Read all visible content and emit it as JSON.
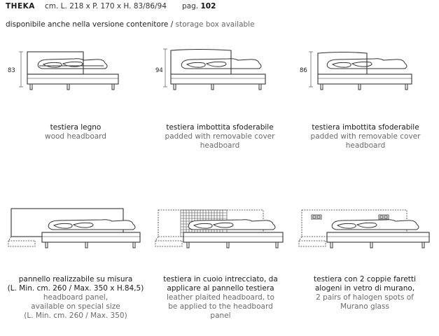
{
  "header": {
    "model": "THEKA",
    "dimensions": "cm. L. 218 x P. 170 x H. 83/86/94",
    "page_label": "pag.",
    "page_number": "102"
  },
  "availability": {
    "it": "disponibile anche nella versione contenitore",
    "separator": " / ",
    "en": "storage box available"
  },
  "variants": [
    {
      "height_label": "83",
      "it": [
        "testiera legno"
      ],
      "en": [
        "wood headboard"
      ]
    },
    {
      "height_label": "94",
      "it": [
        "testiera imbottita sfoderabile"
      ],
      "en": [
        "padded with removable cover",
        "headboard"
      ]
    },
    {
      "height_label": "86",
      "it": [
        "testiera imbottita sfoderabile"
      ],
      "en": [
        "padded with removable cover",
        "headboard"
      ]
    },
    {
      "it": [
        "pannello realizzabile su misura",
        "(L. Min. cm. 260 / Max. 350 x H.84,5)"
      ],
      "en": [
        "headboard panel,",
        "available on special size",
        "(L. Min. cm. 260 / Max. 350)"
      ]
    },
    {
      "it": [
        "testiera in cuoio intrecciato, da",
        "applicare al pannello testiera"
      ],
      "en": [
        "leather plaited headboard, to",
        "be applied to the headboard",
        "panel"
      ]
    },
    {
      "it": [
        "testiera con 2 coppie faretti",
        "alogeni in vetro di murano,"
      ],
      "en": [
        "2 pairs of halogen spots of",
        "Murano glass"
      ]
    }
  ]
}
